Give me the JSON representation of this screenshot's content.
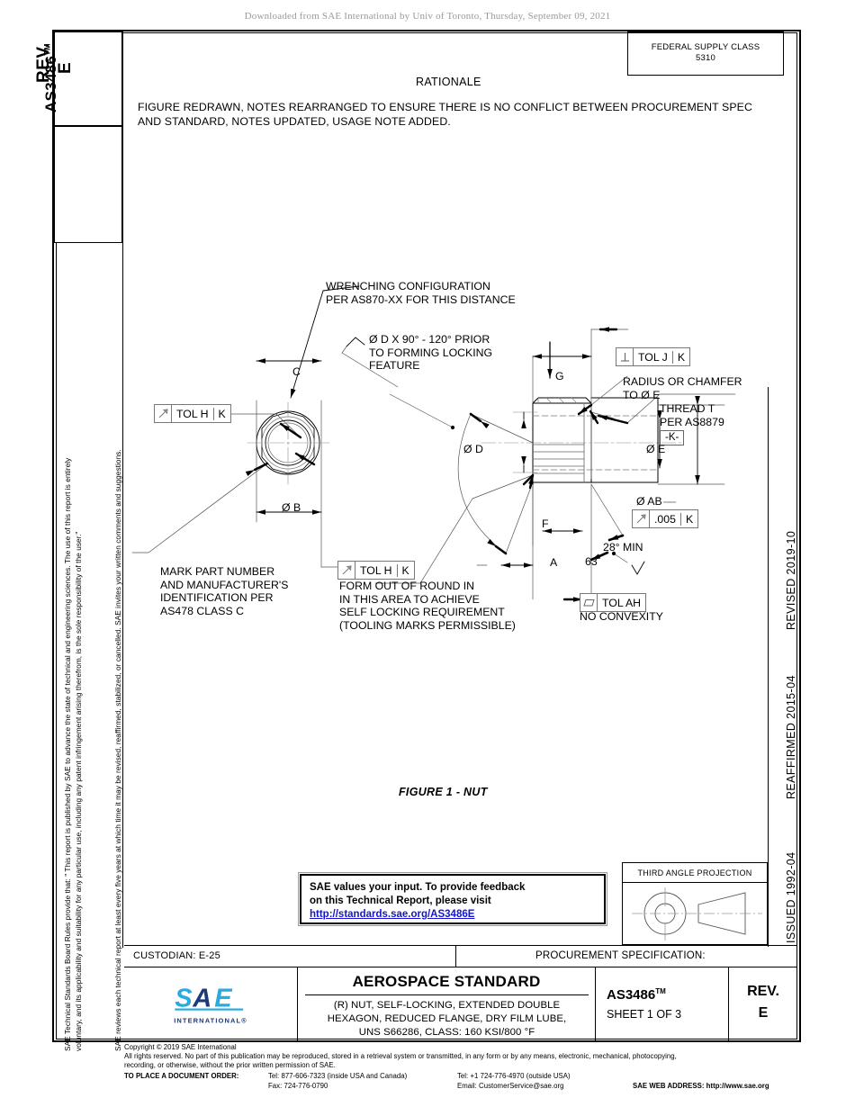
{
  "banner": {
    "text": "Downloaded from SAE International by Univ of Toronto, Thursday, September 09, 2021"
  },
  "spine": {
    "rev_label": "REV.",
    "rev_value": "E",
    "doc_number": "AS3486",
    "doc_tm": "TM",
    "board_paragraph_1": "SAE Technical Standards Board Rules provide that: \" This report is published by SAE to advance the state of technical and engineering sciences. The use of this report is entirely voluntary, and its applicability and suitability for any particular use, including any patent infringement arising therefrom, is the sole responsibility of the user.\"",
    "board_paragraph_1_line1": "SAE Technical Standards Board Rules provide that: \" This report is published by SAE to advance the state of technical and engineering sciences. The use of this report is entirely",
    "board_paragraph_1_line2": "voluntary, and its applicability and suitability for any particular use, including any patent infringement arising therefrom, is the sole responsibility of the user.\"",
    "board_paragraph_2": "SAE reviews each technical report at least every five years at which time it may be revised, reaffirmed, stabilized, or cancelled. SAE invites your written comments and suggestions."
  },
  "dates": {
    "issued": "ISSUED 1992-04",
    "reaffirmed": "REAFFIRMED 2015-04",
    "revised": "REVISED 2019-10"
  },
  "federal_supply_class": {
    "label": "FEDERAL SUPPLY CLASS",
    "value": "5310"
  },
  "rationale": {
    "title": "RATIONALE",
    "body": "FIGURE REDRAWN, NOTES REARRANGED TO ENSURE THERE IS NO CONFLICT BETWEEN PROCUREMENT SPEC AND STANDARD, NOTES UPDATED, USAGE NOTE ADDED."
  },
  "drawing": {
    "caption": "FIGURE 1 - NUT",
    "notes": {
      "wrenching": "WRENCHING CONFIGURATION\nPER AS870-XX FOR THIS DISTANCE",
      "wrenching_line1": "WRENCHING CONFIGURATION",
      "wrenching_line2": "PER AS870-XX FOR THIS DISTANCE",
      "chamfer_line1": "Ø D X 90° - 120° PRIOR",
      "chamfer_line2": "TO FORMING LOCKING",
      "chamfer_line3": "FEATURE",
      "mark_line1": "MARK PART NUMBER",
      "mark_line2": "AND MANUFACTURER'S",
      "mark_line3": "IDENTIFICATION PER",
      "mark_line4": "AS478 CLASS C",
      "outofround_line1": "FORM OUT OF ROUND IN",
      "outofround_line2": "IN THIS AREA TO ACHIEVE",
      "outofround_line3": "SELF LOCKING REQUIREMENT",
      "outofround_line4": "(TOOLING MARKS PERMISSIBLE)",
      "radius_line1": "RADIUS OR CHAMFER",
      "radius_line2": "TO Ø E",
      "thread_line1": "THREAD T",
      "thread_line2": "PER AS8879",
      "thread_datum": "-K-",
      "no_convexity": "NO CONVEXITY",
      "angle_min": "28° MIN",
      "surface_finish": "63"
    },
    "dimensions": {
      "c": "C",
      "b": "Ø B",
      "d": "Ø D",
      "e": "Ø E",
      "g": "G",
      "f": "F",
      "a": "A",
      "ab": "Ø AB"
    },
    "fcf": [
      {
        "id": "tol-h-k-top",
        "symbol": "runout",
        "tol": "TOL H",
        "datum": "K"
      },
      {
        "id": "tol-h-k-bottom",
        "symbol": "runout",
        "tol": "TOL H",
        "datum": "K"
      },
      {
        "id": "tol-j-k",
        "symbol": "perpendicularity",
        "tol": "TOL J",
        "datum": "K"
      },
      {
        "id": "ab-005-k",
        "symbol": "runout",
        "tol": ".005",
        "datum": "K"
      },
      {
        "id": "tol-ah",
        "symbol": "flatness",
        "tol": "TOL AH",
        "datum": ""
      }
    ]
  },
  "feedback": {
    "line1": "SAE values your input. To provide feedback",
    "line2": "on this Technical Report, please visit",
    "link": "http://standards.sae.org/AS3486E"
  },
  "third_angle": {
    "title": "THIRD ANGLE PROJECTION"
  },
  "custodian": {
    "label": "CUSTODIAN: E-25",
    "procurement": "PROCUREMENT SPECIFICATION:"
  },
  "title_block": {
    "logo_main": "SAE",
    "logo_sub": "INTERNATIONAL®",
    "standard_title": "AEROSPACE STANDARD",
    "description_line1": "(R) NUT, SELF-LOCKING, EXTENDED DOUBLE",
    "description_line2": "HEXAGON, REDUCED FLANGE, DRY FILM LUBE,",
    "description_line3": "UNS S66286, CLASS: 160 KSI/800 °F",
    "doc_number": "AS3486",
    "doc_tm": "TM",
    "sheet": "SHEET 1 OF 3",
    "rev_label": "REV.",
    "rev_value": "E"
  },
  "footer": {
    "copyright": "Copyright © 2019 SAE International",
    "rights_line1": "All rights reserved. No part of this publication may be reproduced, stored in a retrieval system or transmitted, in any form or by any means, electronic, mechanical, photocopying,",
    "rights_line2": "recording, or otherwise, without the prior written permission of SAE.",
    "order_label": "TO PLACE A DOCUMENT ORDER:",
    "tel_inside": "Tel: 877-606-7323 (inside USA and Canada)",
    "fax": "Fax: 724-776-0790",
    "tel_outside": "Tel: +1 724-776-4970 (outside USA)",
    "email": "Email: CustomerService@sae.org",
    "web": "SAE WEB ADDRESS: http://www.sae.org"
  },
  "colors": {
    "link": "#1414CC",
    "sae_blue": "#1B3A7A",
    "sae_cyan": "#29ABE2",
    "banner_gray": "#9A9A9A"
  }
}
